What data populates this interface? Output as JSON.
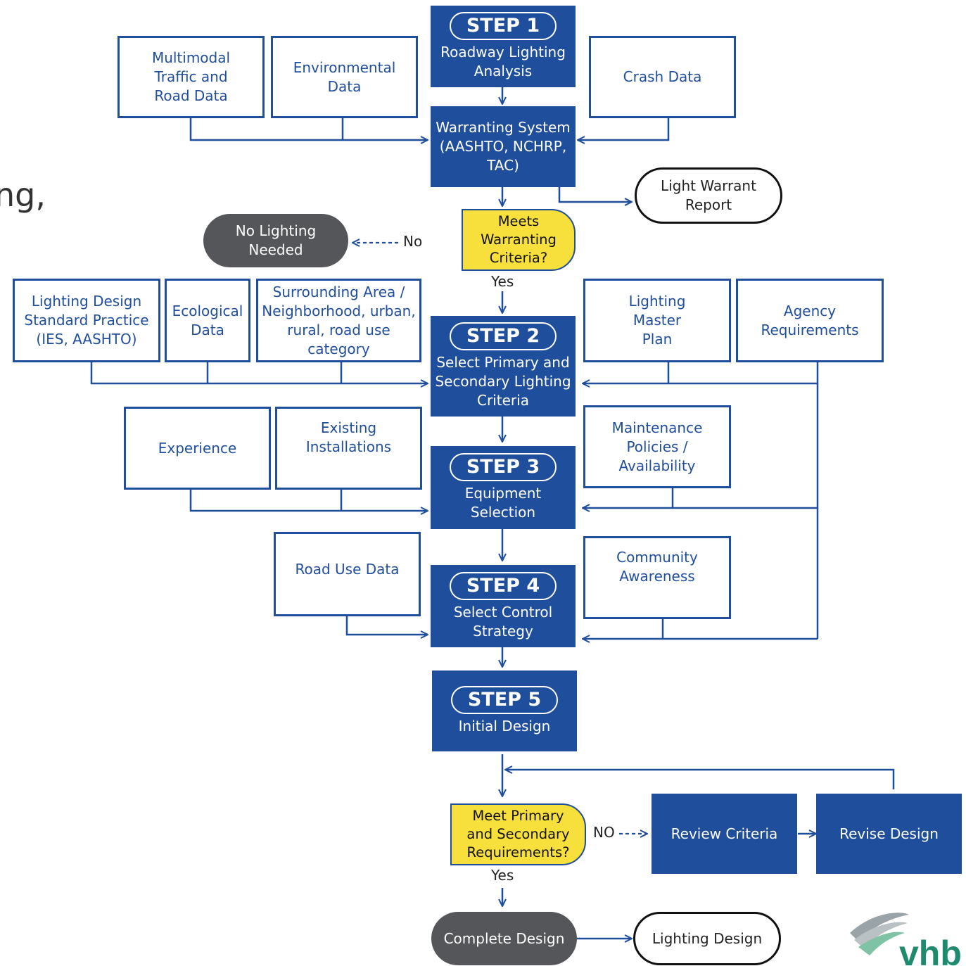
{
  "colors": {
    "primary": "#1f4e9c",
    "decision": "#f8e03c",
    "terminal_dark": "#555659"
  },
  "edge_text": "ng,",
  "labels": {
    "no": "No",
    "yes1": "Yes",
    "no2": "NO",
    "yes2": "Yes"
  },
  "inputs": {
    "multimodal": "Multimodal Traffic and Road Data",
    "environmental": "Environmental Data",
    "crash": "Crash Data",
    "lighting_standard": "Lighting Design Standard Practice (IES, AASHTO)",
    "ecological": "Ecological Data",
    "surrounding": "Surrounding Area / Neighborhood, urban, rural, road use category",
    "master_plan": "Lighting Master Plan",
    "agency": "Agency Requirements",
    "experience": "Experience",
    "existing": "Existing Installations",
    "maintenance": "Maintenance Policies / Availability",
    "road_use": "Road Use Data",
    "community": "Community Awareness"
  },
  "steps": {
    "step1": {
      "pill": "STEP 1",
      "text": "Roadway Lighting Analysis"
    },
    "warranting": "Warranting System (AASHTO, NCHRP, TAC)",
    "step2": {
      "pill": "STEP 2",
      "text": "Select Primary and Secondary Lighting Criteria"
    },
    "step3": {
      "pill": "STEP 3",
      "text": "Equipment Selection"
    },
    "step4": {
      "pill": "STEP 4",
      "text": "Select Control Strategy"
    },
    "step5": {
      "pill": "STEP 5",
      "text": "Initial Design"
    },
    "review": "Review Criteria",
    "revise": "Revise Design"
  },
  "decisions": {
    "meets_warranting": "Meets Warranting Criteria?",
    "meet_requirements": "Meet Primary and Secondary Requirements?"
  },
  "terminals": {
    "light_warrant_report": "Light Warrant Report",
    "no_lighting": "No Lighting Needed",
    "complete_design": "Complete Design",
    "lighting_design": "Lighting Design"
  },
  "logo": {
    "text": "vhb"
  }
}
